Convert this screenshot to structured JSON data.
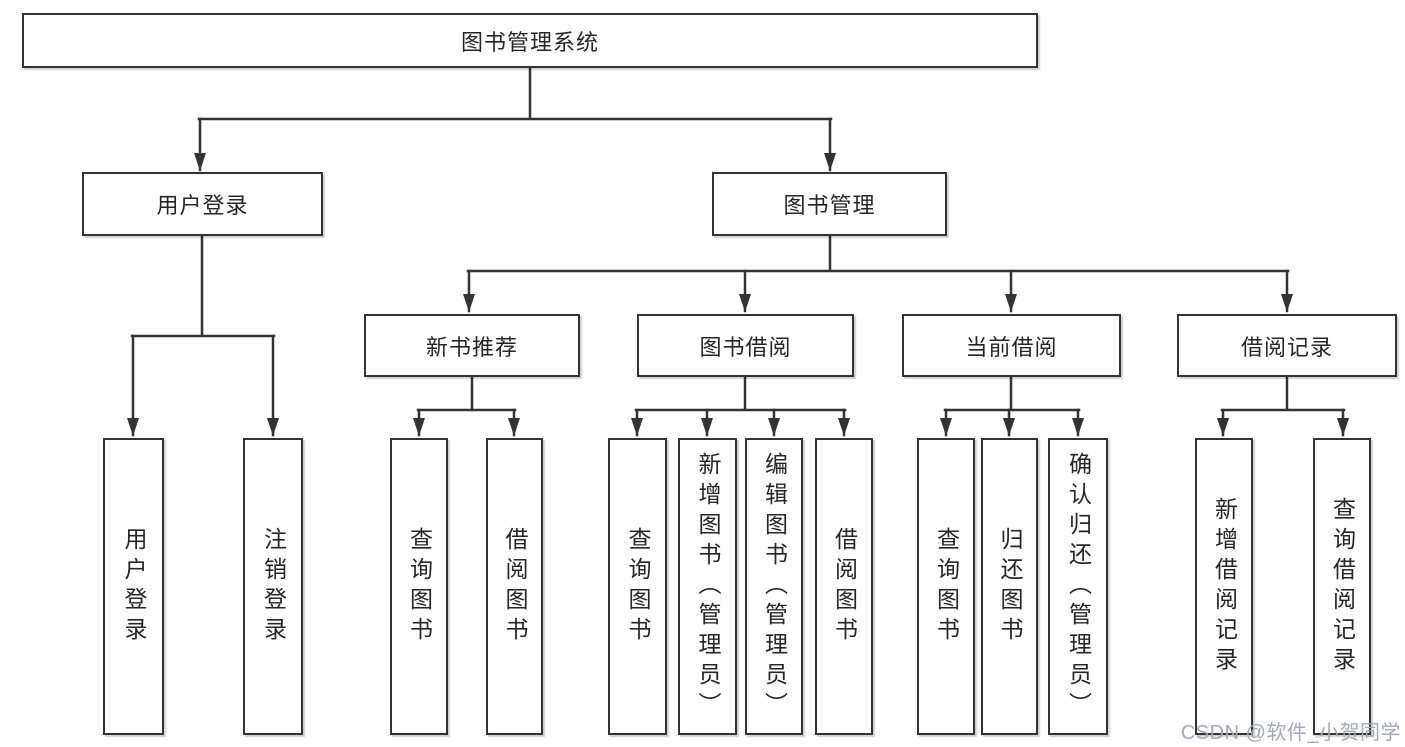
{
  "diagram_type": "hierarchy-tree",
  "watermark": "CSDN @软件_小贺同学",
  "colors": {
    "background": "#ffffff",
    "line": "#333333",
    "box_border": "#333333",
    "box_fill": "#ffffff",
    "text": "#262626",
    "watermark": "#a3a9b5"
  },
  "nodes": {
    "root": "图书管理系统",
    "userLogin": "用户登录",
    "bookMgmt": "图书管理",
    "newBookRec": "新书推荐",
    "bookBorrow": "图书借阅",
    "currentBorrow": "当前借阅",
    "borrowRecords": "借阅记录",
    "leafUserLogin": "用户登录",
    "leafLogout": "注销登录",
    "leafQueryBook1": "查询图书",
    "leafBorrowBook1": "借阅图书",
    "leafQueryBook2": "查询图书",
    "leafAddBookAdmin": "新增图书（管理员）",
    "leafEditBookAdmin": "编辑图书（管理员）",
    "leafBorrowBook2": "借阅图书",
    "leafQueryBook3": "查询图书",
    "leafReturnBook": "归还图书",
    "leafConfirmReturnAdmin": "确认归还（管理员）",
    "leafAddBorrowRecord": "新增借阅记录",
    "leafQueryBorrowRecord": "查询借阅记录"
  },
  "hierarchy": [
    {
      "parent": "图书管理系统",
      "children": [
        "用户登录",
        "图书管理"
      ]
    },
    {
      "parent": "用户登录",
      "children": [
        "用户登录",
        "注销登录"
      ]
    },
    {
      "parent": "图书管理",
      "children": [
        "新书推荐",
        "图书借阅",
        "当前借阅",
        "借阅记录"
      ]
    },
    {
      "parent": "新书推荐",
      "children": [
        "查询图书",
        "借阅图书"
      ]
    },
    {
      "parent": "图书借阅",
      "children": [
        "查询图书",
        "新增图书（管理员）",
        "编辑图书（管理员）",
        "借阅图书"
      ]
    },
    {
      "parent": "当前借阅",
      "children": [
        "查询图书",
        "归还图书",
        "确认归还（管理员）"
      ]
    },
    {
      "parent": "借阅记录",
      "children": [
        "新增借阅记录",
        "查询借阅记录"
      ]
    }
  ]
}
